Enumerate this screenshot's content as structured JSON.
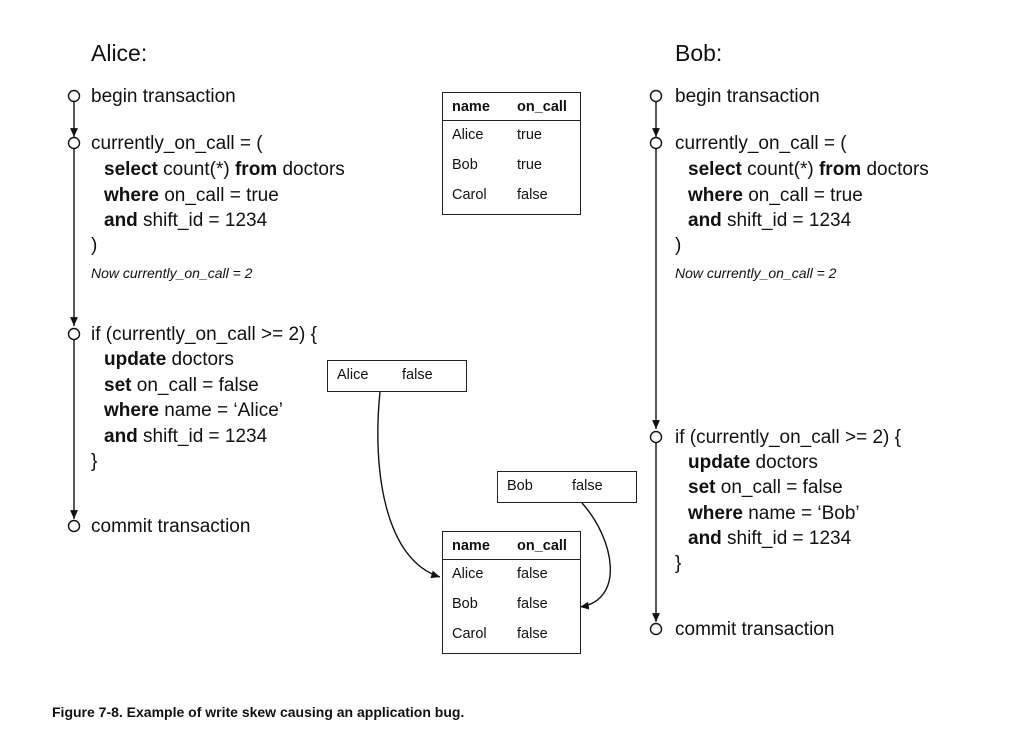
{
  "alice": {
    "heading": "Alice:",
    "steps": {
      "begin": "begin transaction",
      "select_open": "currently_on_call = (",
      "select_kw": "select",
      "select_mid": " count(*) ",
      "from_kw": "from",
      "select_table": " doctors",
      "where_kw": "where",
      "where_cond": " on_call = true",
      "and_kw": "and",
      "and_cond": " shift_id = 1234",
      "close_paren": ")",
      "note": "Now currently_on_call = 2",
      "if_open": "if (currently_on_call >= 2) {",
      "update_kw": "update",
      "update_table": " doctors",
      "set_kw": "set",
      "set_cond": " on_call = false",
      "where2_kw": "where",
      "where2_cond": " name = ‘Alice’",
      "and2_kw": "and",
      "and2_cond": " shift_id = 1234",
      "close_brace": "}",
      "commit": "commit transaction"
    }
  },
  "bob": {
    "heading": "Bob:",
    "steps": {
      "begin": "begin transaction",
      "select_open": "currently_on_call = (",
      "select_kw": "select",
      "select_mid": " count(*) ",
      "from_kw": "from",
      "select_table": " doctors",
      "where_kw": "where",
      "where_cond": " on_call = true",
      "and_kw": "and",
      "and_cond": " shift_id = 1234",
      "close_paren": ")",
      "note": "Now currently_on_call = 2",
      "if_open": "if (currently_on_call >= 2) {",
      "update_kw": "update",
      "update_table": " doctors",
      "set_kw": "set",
      "set_cond": " on_call = false",
      "where2_kw": "where",
      "where2_cond": " name = ‘Bob’",
      "and2_kw": "and",
      "and2_cond": " shift_id = 1234",
      "close_brace": "}",
      "commit": "commit transaction"
    }
  },
  "table_before": {
    "headers": [
      "name",
      "on_call"
    ],
    "rows": [
      [
        "Alice",
        "true"
      ],
      [
        "Bob",
        "true"
      ],
      [
        "Carol",
        "false"
      ]
    ]
  },
  "table_after": {
    "headers": [
      "name",
      "on_call"
    ],
    "rows": [
      [
        "Alice",
        "false"
      ],
      [
        "Bob",
        "false"
      ],
      [
        "Carol",
        "false"
      ]
    ]
  },
  "write_alice": [
    "Alice",
    "false"
  ],
  "write_bob": [
    "Bob",
    "false"
  ],
  "caption": "Figure 7-8. Example of write skew causing an application bug."
}
